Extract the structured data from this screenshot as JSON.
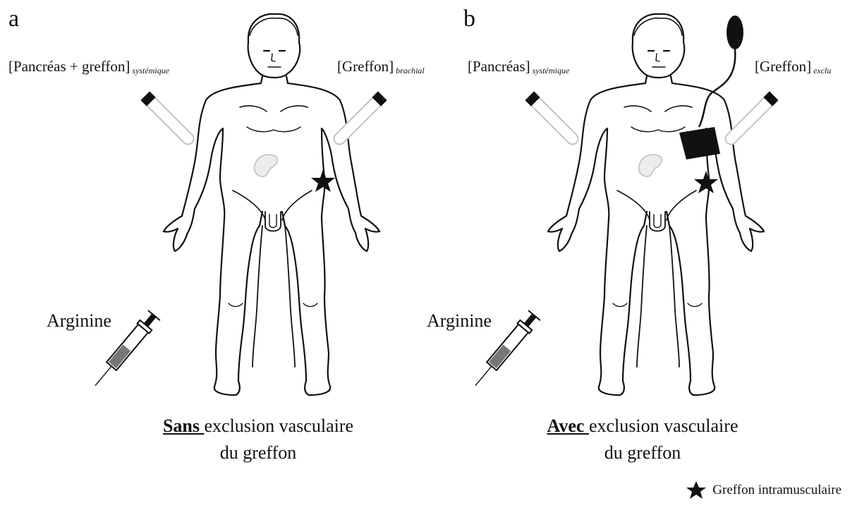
{
  "panels": [
    {
      "letter": "a",
      "left_label": {
        "main": "[Pancréas + greffon]",
        "sub": "systémique"
      },
      "right_label": {
        "main": "[Greffon]",
        "sub": "brachial"
      },
      "drug_label": "Arginine",
      "caption_strong": "Sans ",
      "caption_rest": "exclusion vasculaire",
      "caption_line2": "du greffon"
    },
    {
      "letter": "b",
      "left_label": {
        "main": "[Pancréas]",
        "sub": "systémique"
      },
      "right_label": {
        "main": "[Greffon]",
        "sub": "exclu"
      },
      "drug_label": "Arginine",
      "caption_strong": "Avec ",
      "caption_rest": "exclusion vasculaire",
      "caption_line2": "du greffon"
    }
  ],
  "legend": {
    "icon": "star-icon",
    "text": "Greffon intramusculaire"
  }
}
